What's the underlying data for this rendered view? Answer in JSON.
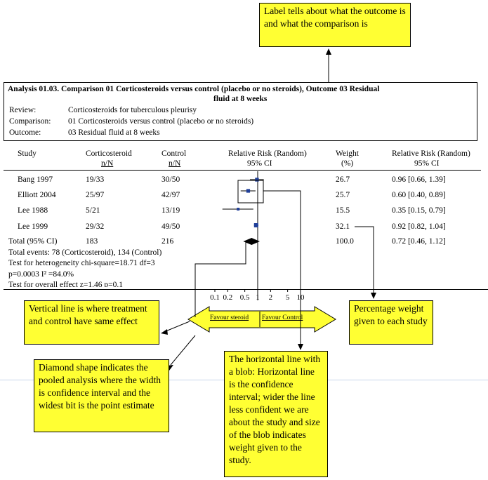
{
  "callouts": {
    "top": "Label tells about what the outcome is and what the comparison is",
    "vertical_line": "Vertical line is where treatment and control have same effect",
    "percentage": "Percentage weight given to each study",
    "diamond": "Diamond shape indicates the pooled analysis where the width is confidence interval and the widest bit is the point estimate",
    "horizontal": "The horizontal line with a blob: Horizontal line is the confidence interval; wider the line less confident we are about the study and size of the blob indicates weight given to the study."
  },
  "analysis": {
    "title_line1": "Analysis 01.03.   Comparison 01 Corticosteroids versus control (placebo or no steroids), Outcome 03 Residual",
    "title_line2": "fluid at 8 weeks",
    "review_label": "Review:",
    "review_value": "Corticosteroids for tuberculous pleurisy",
    "comparison_label": "Comparison:",
    "comparison_value": "01 Corticosteroids versus control (placebo or no steroids)",
    "outcome_label": "Outcome:",
    "outcome_value": "03 Residual fluid at 8 weeks"
  },
  "columns": {
    "study": "Study",
    "treat": "Corticosteroid",
    "treat_sub": "n/N",
    "control": "Control",
    "control_sub": "n/N",
    "rr": "Relative Risk (Random)",
    "rr_sub": "95% CI",
    "weight": "Weight",
    "weight_sub": "(%)",
    "rr2": "Relative Risk (Random)",
    "rr2_sub": "95% CI"
  },
  "studies": [
    {
      "name": "Bang 1997",
      "treat": "19/33",
      "control": "30/50",
      "weight_text": "26.7",
      "ci_text": "0.96 [0.66, 1.39]",
      "rr": 0.96,
      "lo": 0.66,
      "hi": 1.39,
      "weight": 26.7
    },
    {
      "name": "Elliott 2004",
      "treat": "25/97",
      "control": "42/97",
      "weight_text": "25.7",
      "ci_text": "0.60 [0.40, 0.89]",
      "rr": 0.6,
      "lo": 0.4,
      "hi": 0.89,
      "weight": 25.7
    },
    {
      "name": "Lee 1988",
      "treat": "5/21",
      "control": "13/19",
      "weight_text": "15.5",
      "ci_text": "0.35 [0.15, 0.79]",
      "rr": 0.35,
      "lo": 0.15,
      "hi": 0.79,
      "weight": 15.5
    },
    {
      "name": "Lee 1999",
      "treat": "29/32",
      "control": "49/50",
      "weight_text": "32.1",
      "ci_text": "0.92 [0.82, 1.04]",
      "rr": 0.92,
      "lo": 0.82,
      "hi": 1.04,
      "weight": 32.1
    }
  ],
  "total": {
    "name": "Total (95% CI)",
    "treat": "183",
    "control": "216",
    "weight_text": "100.0",
    "ci_text": "0.72 [0.46, 1.12]",
    "rr": 0.72,
    "lo": 0.46,
    "hi": 1.12
  },
  "stats": {
    "events": "Total events: 78 (Corticosteroid), 134 (Control)",
    "heterogeneity": "Test for heterogeneity chi-square=18.71 df=3",
    "p_value": "p=0.0003 I² =84.0%",
    "overall": "Test for overall effect z=1.46    p=0.1"
  },
  "axis": {
    "ticks": [
      {
        "value": 0.1,
        "label": "0.1"
      },
      {
        "value": 0.2,
        "label": "0.2"
      },
      {
        "value": 0.5,
        "label": "0.5"
      },
      {
        "value": 1,
        "label": "1"
      },
      {
        "value": 2,
        "label": "2"
      },
      {
        "value": 5,
        "label": "5"
      },
      {
        "value": 10,
        "label": "10"
      }
    ],
    "favour_left": "Favour steroid",
    "favour_right": "Favour Control"
  },
  "colors": {
    "callout": "#ffff33",
    "marker": "#1f3f99",
    "arrow_fill": "#ffff33"
  }
}
